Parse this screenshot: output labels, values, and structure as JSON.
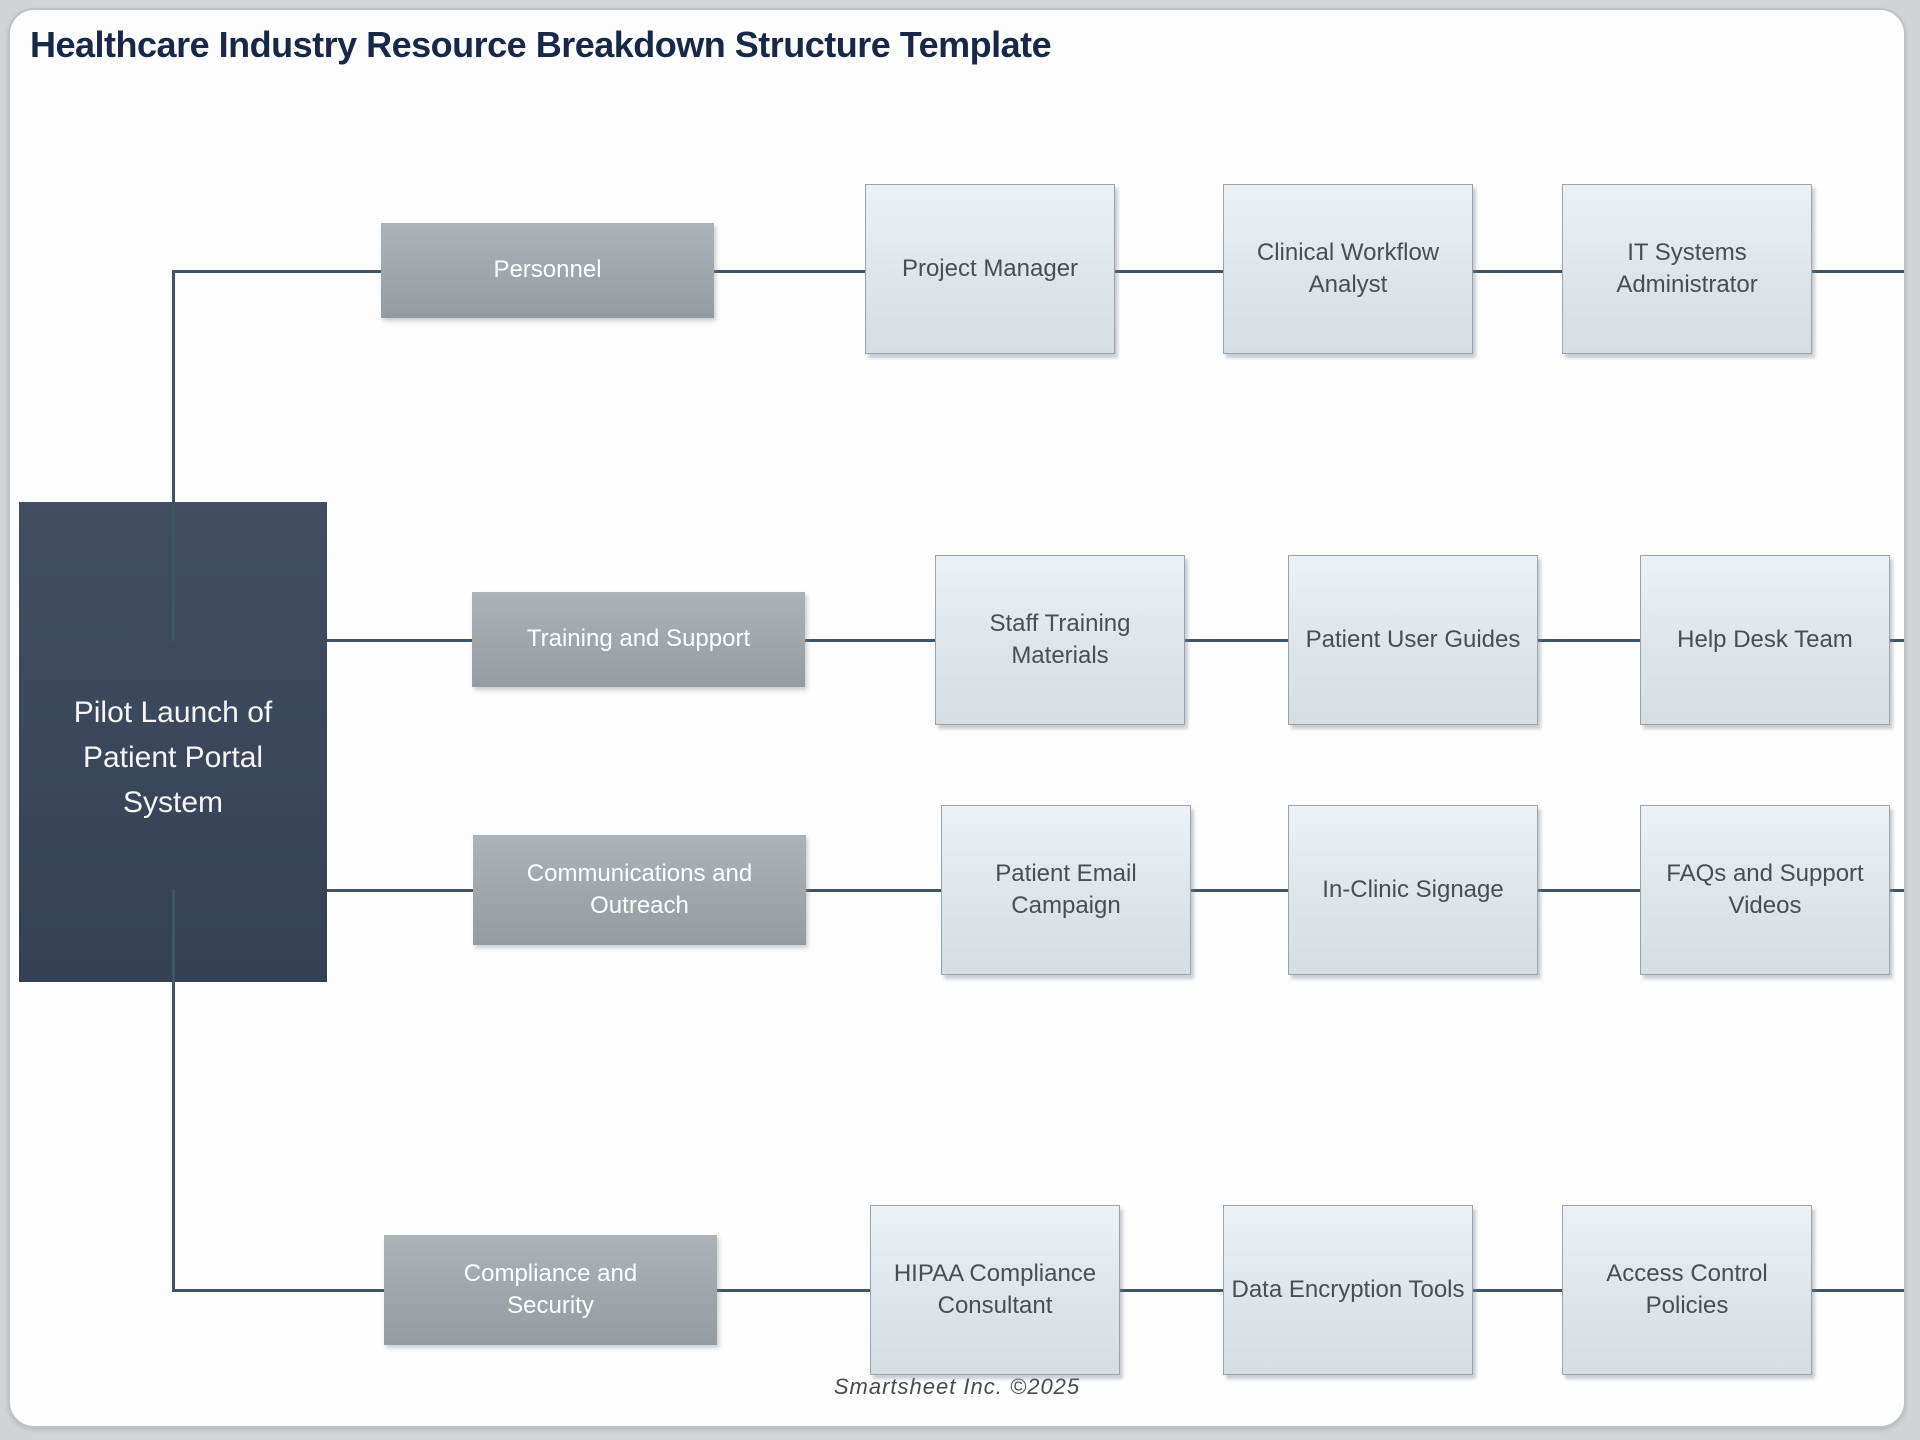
{
  "page": {
    "title": "Healthcare Industry Resource Breakdown Structure Template",
    "footer": "Smartsheet Inc. ©2025"
  },
  "root": {
    "label": "Pilot Launch of Patient Portal System"
  },
  "categories": [
    {
      "label": "Personnel",
      "children": [
        "Project Manager",
        "Clinical Workflow Analyst",
        "IT Systems Administrator"
      ]
    },
    {
      "label": "Training and Support",
      "children": [
        "Staff Training Materials",
        "Patient User Guides",
        "Help Desk Team"
      ]
    },
    {
      "label": "Communications and Outreach",
      "children": [
        "Patient Email Campaign",
        "In-Clinic Signage",
        "FAQs and Support Videos"
      ]
    },
    {
      "label": "Compliance and Security",
      "children": [
        "HIPAA Compliance Consultant",
        "Data Encryption Tools",
        "Access Control Policies"
      ]
    }
  ],
  "colors": {
    "outer-bg": "#d2d3d5",
    "page-bg": "#fdfdfd",
    "border": "#bdc1c5",
    "title": "#182849",
    "line": "#3e5565",
    "main-fill": "#38445a",
    "main-text": "#f4f6f8",
    "category-fill": "#9ca4ab",
    "category-text": "#ffffff",
    "child-fill": "#dde5eb",
    "child-border": "#98a3ad",
    "child-text": "#454f58",
    "footer-text": "#4a4a4a"
  }
}
